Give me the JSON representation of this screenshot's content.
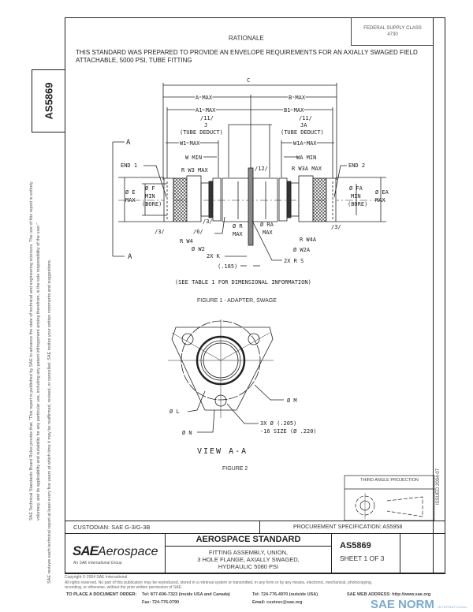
{
  "header": {
    "federal_supply_class": "FEDERAL SUPPLY CLASS",
    "fsc_number": "4730",
    "rationale_title": "RATIONALE",
    "rationale_text": "THIS STANDARD WAS PREPARED TO PROVIDE AN ENVELOPE REQUIREMENTS FOR AN AXIALLY SWAGED FIELD ATTACHABLE, 5000 PSI, TUBE FITTING",
    "side_doc_number": "AS5869"
  },
  "side_notes": {
    "note1_line1": "SAE Technical Standards Board Rules provide that: \"This report is published by SAE to advance the state of technical and engineering sciences. The use of this report is entirely",
    "note1_line2": "voluntary, and its applicability and suitability for any particular use, including any patent infringement arising therefrom, is the sole responsibility of the user.\"",
    "note2": "SAE reviews each technical report at least every five years at which time it may be reaffirmed, revised, or cancelled. SAE invites your written comments and suggestions."
  },
  "figure1": {
    "labels": {
      "c": "C",
      "a_max": "A  MAX",
      "b_max": "B  MAX",
      "a1_max": "A1  MAX",
      "b1_max": "B1  MAX",
      "j_note": "/11/",
      "j": "J",
      "j_tube": "(TUBE DEDUCT)",
      "ja_note": "/11/",
      "ja": "JA",
      "ja_tube": "(TUBE DEDUCT)",
      "w1_max": "W1 MAX",
      "w_min": "W MIN",
      "r_w3_max": "R W3 MAX",
      "w1a_max": "W1A MAX",
      "wa_min": "WA MIN",
      "r_w3a_max": "R W3A MAX",
      "note12": "/12/",
      "end1": "END 1",
      "end2": "END 2",
      "e_max_1": "Ø E",
      "e_max_2": "MAX",
      "f_min_1": "Ø F",
      "f_min_2": "MIN",
      "f_min_3": "(BORE)",
      "fa_min_1": "Ø FA",
      "fa_min_2": "MIN",
      "fa_min_3": "(BORE)",
      "ea_max_1": "Ø EA",
      "ea_max_2": "MAX",
      "note3a": "/3/",
      "note3b": "/3/",
      "note3c": "/3/",
      "note6": "/6/",
      "r_max_1": "Ø R",
      "r_max_2": "MAX",
      "ra_max_1": "Ø RA",
      "ra_max_2": "MAX",
      "r_w4": "R W4",
      "r_w4a": "R W4A",
      "w2": "Ø W2",
      "w2a": "Ø W2A",
      "k": "2X K",
      "rs": "2X R S",
      "dim185": "(.185)",
      "section_a_top": "A",
      "section_a_bottom": "A"
    },
    "table_note": "(SEE TABLE 1 FOR DIMENSIONAL INFORMATION)",
    "caption": "FIGURE 1 - ADAPTER, SWAGE"
  },
  "figure2": {
    "labels": {
      "m": "Ø M",
      "l": "Ø L",
      "n": "Ø N",
      "holes_1": "3X Ø (.205)",
      "holes_2": "-16 SIZE (Ø .220)"
    },
    "view": "VIEW A-A",
    "caption": "FIGURE 2"
  },
  "projection": {
    "title": "THIRD ANGLE PROJECTION"
  },
  "issued": "ISSUED 2004-07",
  "title_block": {
    "custodian": "CUSTODIAN: SAE G-3/G-3B",
    "procurement": "PROCUREMENT SPECIFICATION: AS5958",
    "logo_sae": "SAE",
    "logo_aerospace": "Aerospace",
    "logo_tagline": "An SAE International Group",
    "standard_type": "AEROSPACE STANDARD",
    "title_line1": "FITTING ASSEMBLY, UNION,",
    "title_line2": "3 HOLE FLANGE, AXIALLY SWAGED,",
    "title_line3": "HYDRAULIC 5080 PSI",
    "doc_number": "AS5869",
    "sheet": "SHEET 1 OF 3"
  },
  "footer": {
    "copyright": "Copyright © 2004 SAE International",
    "rights": "All rights reserved. No part of this publication may be reproduced, stored in a retrieval system or transmitted, in any form or by any means, electronic, mechanical, photocopying,",
    "rights2": "recording, or otherwise, without the prior written permission of SAE.",
    "order_label": "TO PLACE A DOCUMENT ORDER:",
    "tel_usa": "Tel: 877-606-7323 (inside USA and Canada)",
    "fax": "Fax: 724-776-0790",
    "tel_outside": "Tel: 724-776-4970 (outside USA)",
    "email": "Email: custsvc@sae.org",
    "web": "SAE WEB ADDRESS: http://www.sae.org"
  },
  "watermark": {
    "text": "SAE NORM",
    "sub": "INTERNATIONAL"
  }
}
